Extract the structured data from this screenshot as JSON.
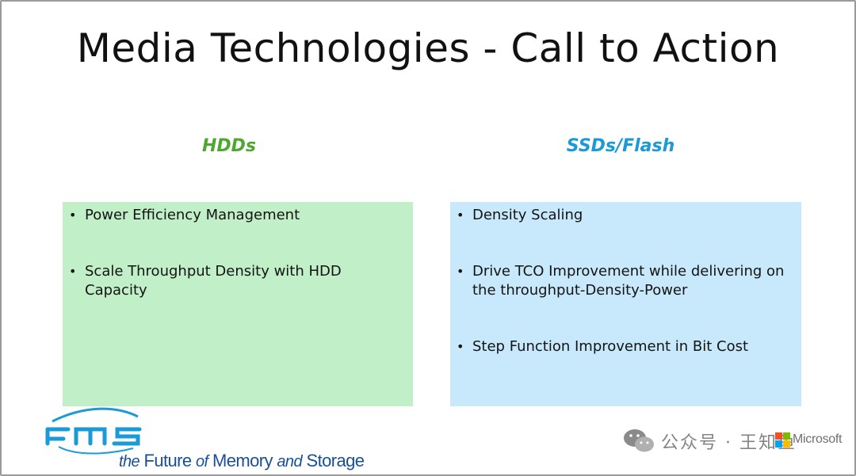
{
  "slide": {
    "title": "Media Technologies - Call to Action",
    "columns": [
      {
        "heading": "HDDs",
        "color": "#4ea72e",
        "box_color": "#c1efc7",
        "bullets": [
          "Power Efficiency Management",
          "Scale Throughput Density with HDD Capacity"
        ]
      },
      {
        "heading": "SSDs/Flash",
        "color": "#1a9ad6",
        "box_color": "#c8e9fb",
        "bullets": [
          "Density Scaling",
          "Drive TCO Improvement while delivering on the throughput-Density-Power",
          "Step Function Improvement in Bit Cost"
        ]
      }
    ],
    "bullet_symbol": "•"
  },
  "footer": {
    "fms_logo": {
      "tagline_the": "the",
      "tagline_future": "Future",
      "tagline_of": "of",
      "tagline_memory": "Memory",
      "tagline_and": "and",
      "tagline_storage": "Storage",
      "brand_color": "#1a4f96"
    },
    "partner_logo": {
      "name": "Microsoft",
      "colors": [
        "#f25022",
        "#7fba00",
        "#00a4ef",
        "#ffb900"
      ]
    },
    "watermark": {
      "icon": "wechat-icon",
      "text": "公众号 · 王知鱼"
    }
  }
}
